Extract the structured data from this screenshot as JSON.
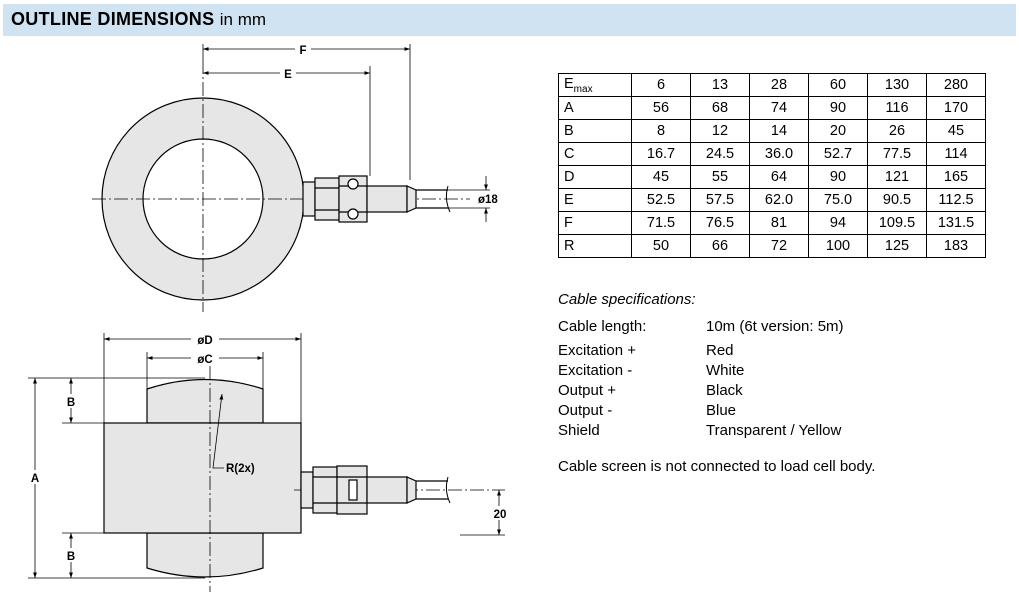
{
  "header": {
    "title": "OUTLINE DIMENSIONS",
    "unit": "in mm"
  },
  "drawing_labels": {
    "F": "F",
    "E": "E",
    "diam18": "ø18",
    "D": "øD",
    "C": "øC",
    "B_top": "B",
    "B_bottom": "B",
    "A": "A",
    "R": "R(2x)",
    "n20": "20"
  },
  "table": {
    "header": [
      "E",
      "max",
      "6",
      "13",
      "28",
      "60",
      "130",
      "280"
    ],
    "rows": [
      [
        "A",
        "56",
        "68",
        "74",
        "90",
        "116",
        "170"
      ],
      [
        "B",
        "8",
        "12",
        "14",
        "20",
        "26",
        "45"
      ],
      [
        "C",
        "16.7",
        "24.5",
        "36.0",
        "52.7",
        "77.5",
        "114"
      ],
      [
        "D",
        "45",
        "55",
        "64",
        "90",
        "121",
        "165"
      ],
      [
        "E",
        "52.5",
        "57.5",
        "62.0",
        "75.0",
        "90.5",
        "112.5"
      ],
      [
        "F",
        "71.5",
        "76.5",
        "81",
        "94",
        "109.5",
        "131.5"
      ],
      [
        "R",
        "50",
        "66",
        "72",
        "100",
        "125",
        "183"
      ]
    ]
  },
  "cable": {
    "title": "Cable specifications:",
    "specs": [
      {
        "label": "Cable length:",
        "value": "10m (6t version: 5m)"
      },
      {
        "label": "Excitation +",
        "value": "Red"
      },
      {
        "label": "Excitation -",
        "value": "White"
      },
      {
        "label": "Output +",
        "value": "Black"
      },
      {
        "label": "Output -",
        "value": "Blue"
      },
      {
        "label": "Shield",
        "value": "Transparent / Yellow"
      }
    ],
    "note": "Cable screen is not connected to load cell body."
  }
}
